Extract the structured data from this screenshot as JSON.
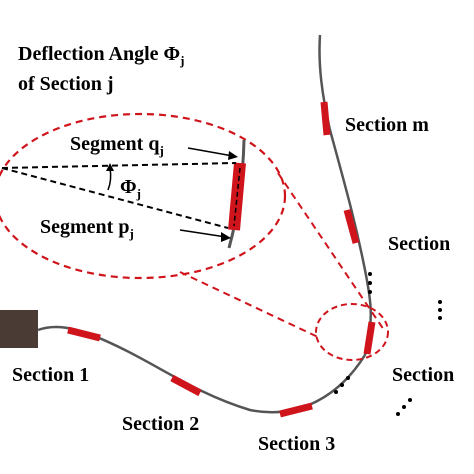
{
  "title": {
    "line1_text": "Deflection Angle ",
    "line1_symbol": "Φ",
    "line1_sub": "j",
    "line2": "of Section j"
  },
  "callout": {
    "segment_q_text": "Segment q",
    "segment_q_sub": "j",
    "segment_p_text": "Segment p",
    "segment_p_sub": "j",
    "angle_symbol": "Φ",
    "angle_sub": "j"
  },
  "sections": {
    "s1": "Section 1",
    "s2": "Section 2",
    "s3": "Section 3",
    "sm": "Section m",
    "right_upper": "Section",
    "right_lower": "Section"
  },
  "colors": {
    "cable": "#555555",
    "segment": "#d0141c",
    "dashes": "#d0141c",
    "base": "#4a3c35",
    "text": "#000000"
  }
}
